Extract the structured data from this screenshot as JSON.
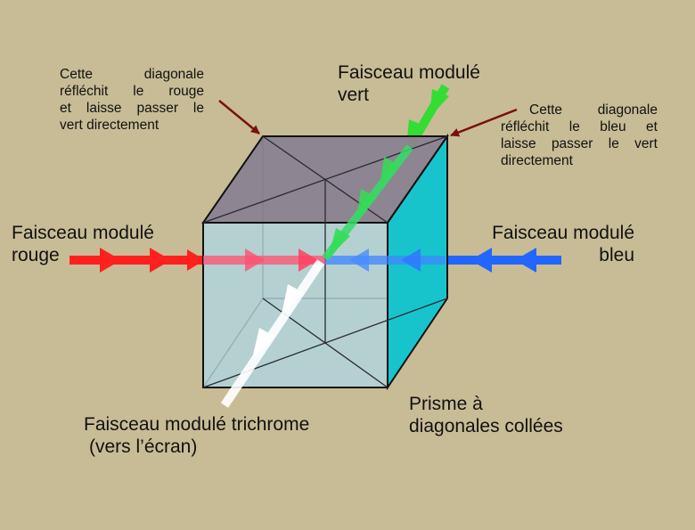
{
  "labels": {
    "green_beam": [
      "Faisceau modulé",
      "vert"
    ],
    "red_beam": [
      "Faisceau modulé",
      "rouge"
    ],
    "blue_beam": [
      "Faisceau modulé",
      "bleu"
    ],
    "red_diagonal_note": [
      "Cette diagonale",
      "réfléchit le rouge",
      "et laisse passer le",
      "vert directement"
    ],
    "blue_diagonal_note": [
      "Cette diagonale",
      "réfléchit le bleu et",
      "laisse passer le vert",
      "directement"
    ],
    "output_beam": [
      "Faisceau modulé trichrome",
      "(vers l’écran)"
    ],
    "prism": [
      "Prisme à",
      "diagonales collées"
    ]
  },
  "colors": {
    "background": "#c8bc96",
    "red_beam": "#ff2020",
    "green_beam": "#33dd33",
    "blue_beam": "#2266ff",
    "output_beam": "#ffffff",
    "pointer_arrow": "#7a1010",
    "prism_front": "#a6c8d0",
    "prism_side": "#18c4cc",
    "prism_top": "#8a8290"
  },
  "icons": [
    "red-arrow-icon",
    "green-arrow-icon",
    "blue-arrow-icon",
    "white-arrow-icon",
    "pointer-arrow-icon"
  ]
}
